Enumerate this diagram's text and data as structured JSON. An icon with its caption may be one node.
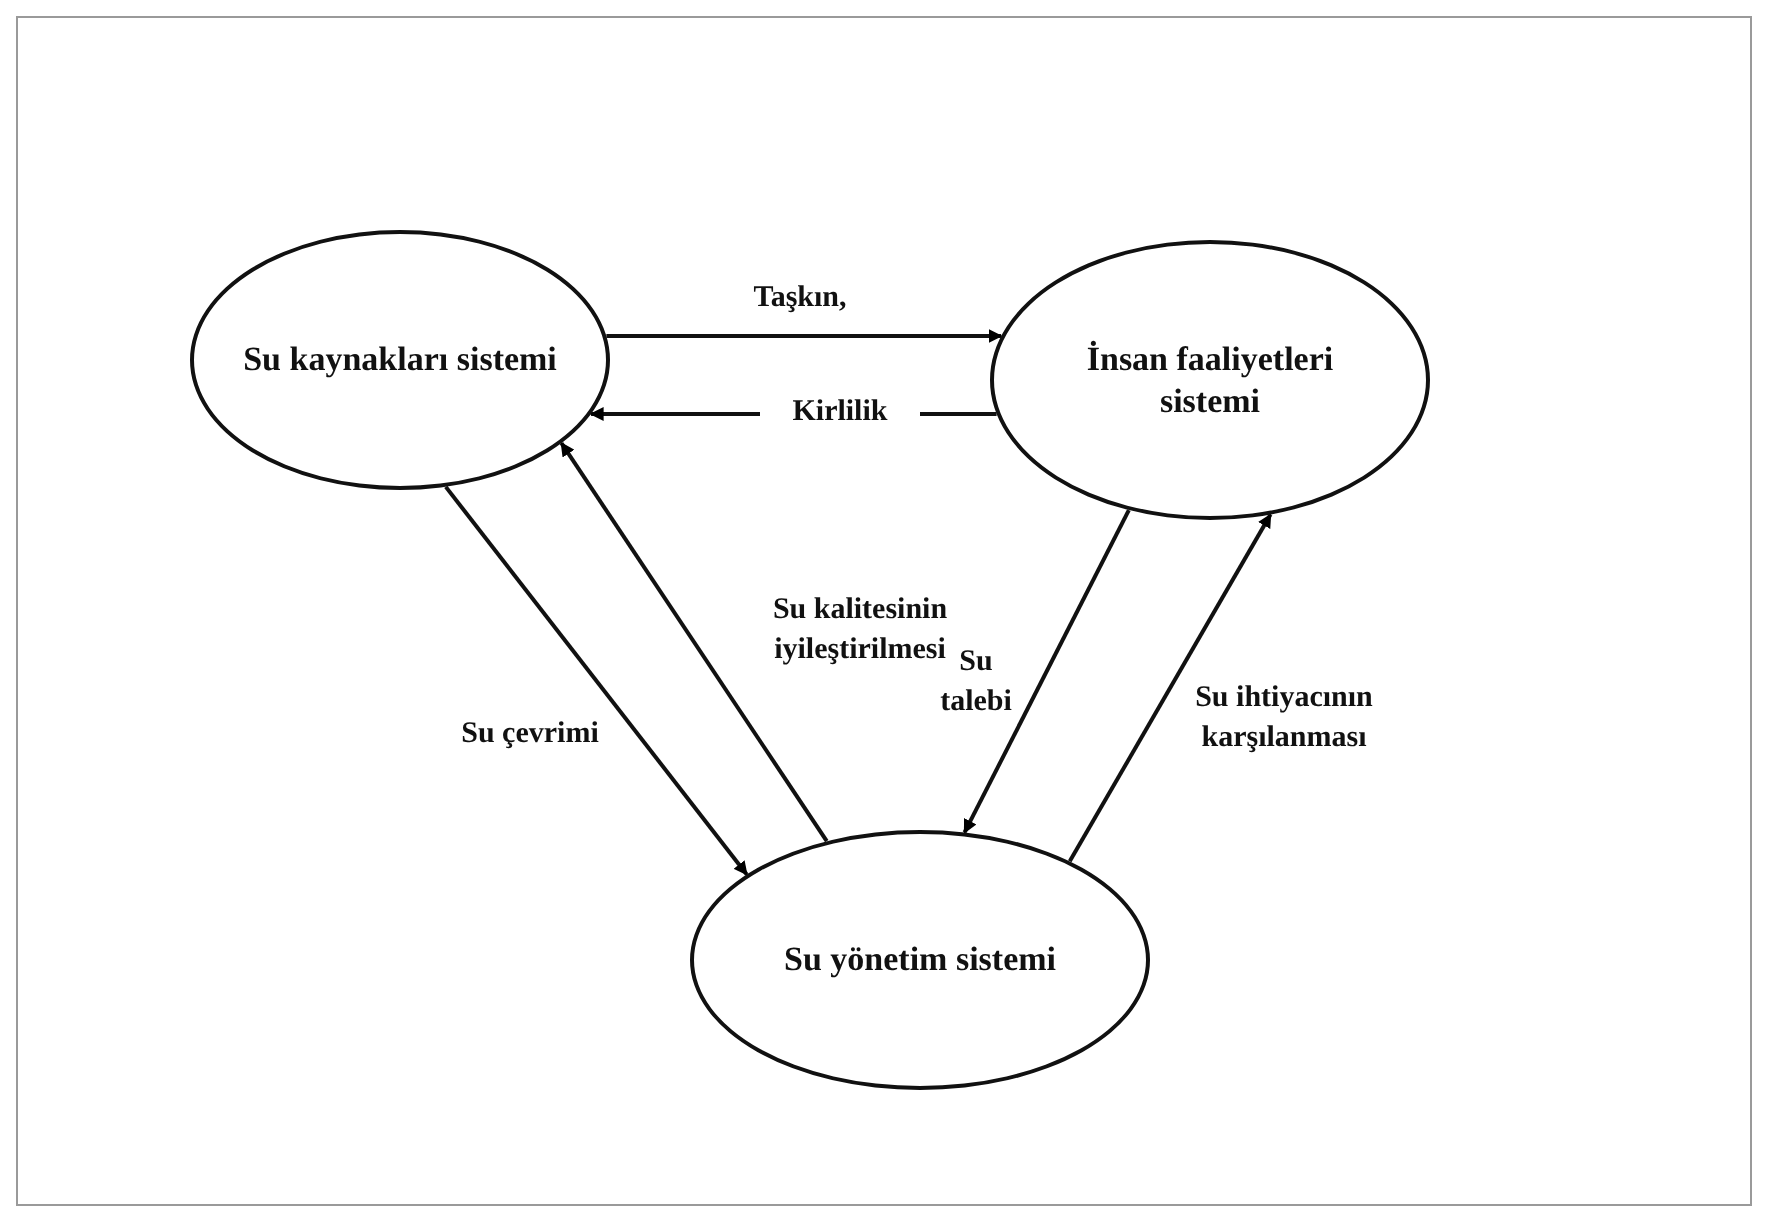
{
  "diagram": {
    "nodes": [
      {
        "text": [
          "Su kaynakları sistemi"
        ]
      },
      {
        "text": [
          "İnsan faaliyetleri sistemi"
        ]
      },
      {
        "text": [
          "Su yönetim sistemi"
        ]
      }
    ],
    "edges": [
      {
        "from": 0,
        "to": 1,
        "arrow": "to",
        "label": "Taşkın,"
      },
      {
        "from": 1,
        "to": 0,
        "arrow": "to",
        "label": "Kirlilik"
      },
      {
        "from": 0,
        "to": 2,
        "arrow": "to",
        "label": "Su çevrimi"
      },
      {
        "from": 2,
        "to": 0,
        "arrow": "to",
        "label": "Su kalitesinin iyileştirilmesi"
      },
      {
        "from": 1,
        "to": 2,
        "arrow": "to",
        "label": "Su talebi"
      },
      {
        "from": 2,
        "to": 1,
        "arrow": "to",
        "label": "Su ihtiyacının karşılanması"
      }
    ]
  }
}
